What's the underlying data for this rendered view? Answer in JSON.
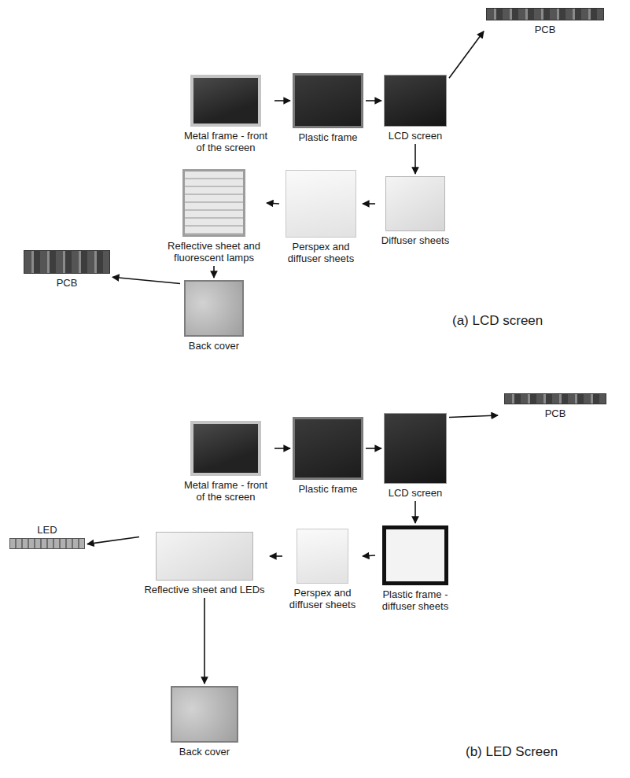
{
  "diagram": {
    "nodes": [
      {
        "text": [
          "Metal frame - front of the screen"
        ]
      },
      {
        "text": [
          "Plastic frame"
        ]
      },
      {
        "text": [
          "LCD screen"
        ]
      },
      {
        "text": [
          "PCB"
        ]
      },
      {
        "text": [
          "Diffuser sheets"
        ]
      },
      {
        "text": [
          "Perspex and diffuser sheets"
        ]
      },
      {
        "text": [
          "Reflective sheet and fluorescent lamps"
        ]
      },
      {
        "text": [
          "Back cover"
        ]
      },
      {
        "text": [
          "PCB"
        ]
      },
      {
        "text": [
          "Metal frame - front of the screen"
        ]
      },
      {
        "text": [
          "Plastic frame"
        ]
      },
      {
        "text": [
          "LCD screen"
        ]
      },
      {
        "text": [
          "PCB"
        ]
      },
      {
        "text": [
          "Plastic frame - diffuser sheets"
        ]
      },
      {
        "text": [
          "Perspex and diffuser sheets"
        ]
      },
      {
        "text": [
          "Reflective sheet and LEDs"
        ]
      },
      {
        "text": [
          "LED"
        ]
      },
      {
        "text": [
          "Back cover"
        ]
      }
    ],
    "edges": [
      {
        "from": 0,
        "to": 1,
        "arrow": "to"
      },
      {
        "from": 1,
        "to": 2,
        "arrow": "to"
      },
      {
        "from": 2,
        "to": 3,
        "arrow": "to"
      },
      {
        "from": 2,
        "to": 4,
        "arrow": "to"
      },
      {
        "from": 4,
        "to": 5,
        "arrow": "to"
      },
      {
        "from": 5,
        "to": 6,
        "arrow": "to"
      },
      {
        "from": 6,
        "to": 7,
        "arrow": "to"
      },
      {
        "from": 7,
        "to": 8,
        "arrow": "to"
      },
      {
        "from": 9,
        "to": 10,
        "arrow": "to"
      },
      {
        "from": 10,
        "to": 11,
        "arrow": "to"
      },
      {
        "from": 11,
        "to": 12,
        "arrow": "to"
      },
      {
        "from": 11,
        "to": 13,
        "arrow": "to"
      },
      {
        "from": 13,
        "to": 14,
        "arrow": "to"
      },
      {
        "from": 14,
        "to": 15,
        "arrow": "to"
      },
      {
        "from": 15,
        "to": 16,
        "arrow": "to"
      },
      {
        "from": 15,
        "to": 17,
        "arrow": "to"
      }
    ],
    "labels": [
      "(a) LCD screen",
      "(b) LED Screen"
    ]
  }
}
